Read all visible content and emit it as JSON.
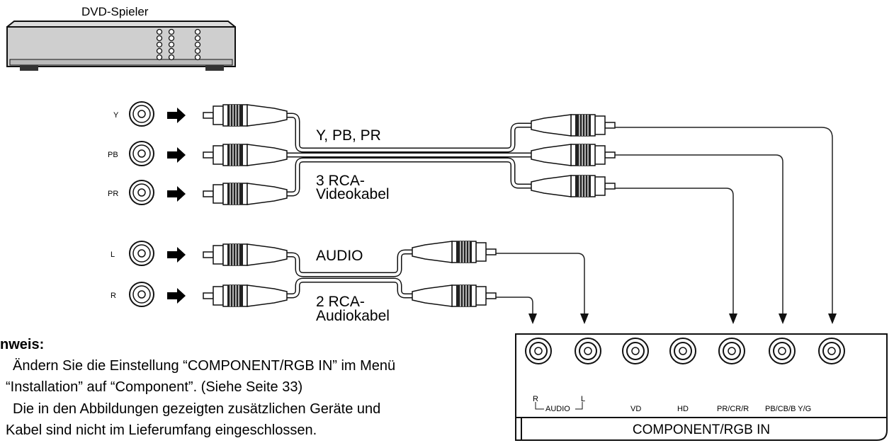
{
  "device": {
    "label": "DVD-Spieler"
  },
  "jacks": [
    {
      "label": "Y"
    },
    {
      "label": "PB"
    },
    {
      "label": "PR"
    },
    {
      "label": "L"
    },
    {
      "label": "R"
    }
  ],
  "cables": {
    "video_label_line1": "Y, PB, PR",
    "video_label_line2": "3 RCA-",
    "video_label_line3": "Videokabel",
    "audio_label_line1": "AUDIO",
    "audio_label_line2": "2 RCA-",
    "audio_label_line3": "Audiokabel"
  },
  "panel": {
    "title": "COMPONENT/RGB IN",
    "audio_r": "R",
    "audio_l": "L",
    "audio_label": "AUDIO",
    "vd": "VD",
    "hd": "HD",
    "pr": "PR/CR/R",
    "pb": "PB/CB/B Y/G"
  },
  "notes": {
    "heading": "nweis:",
    "line1": "Ändern Sie die Einstellung “COMPONENT/RGB IN” im Menü",
    "line2": "“Installation” auf “Component”. (Siehe Seite 33)",
    "line3": "Die in den Abbildungen gezeigten zusätzlichen Geräte und",
    "line4": "Kabel sind nicht im Lieferumfang eingeschlossen."
  }
}
